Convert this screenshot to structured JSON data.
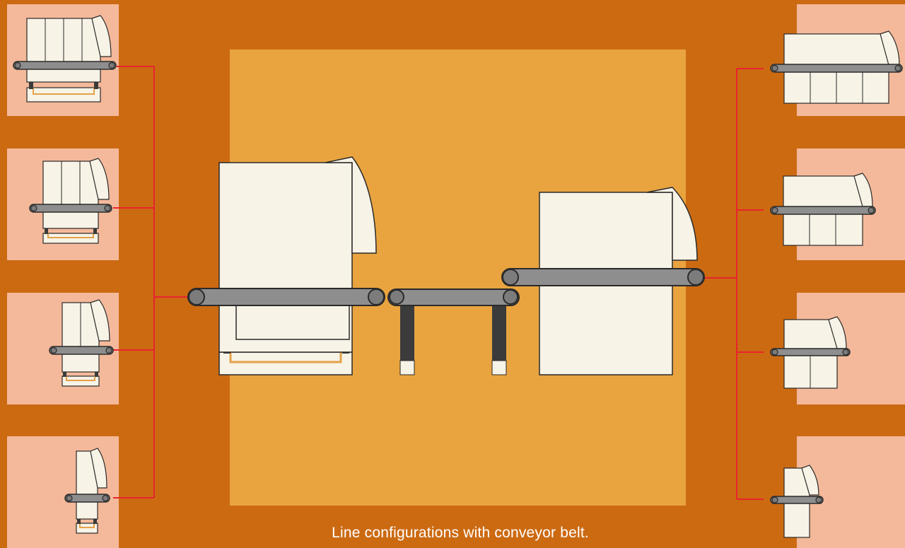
{
  "diagram": {
    "caption": "Line configurations with conveyor belt.",
    "colors": {
      "background": "#cc6a12",
      "center_panel": "#e9a440",
      "side_panel": "#f4b99a",
      "machine_body": "#f7f3e6",
      "outline": "#2a2a2a",
      "conveyor_belt": "#8e8e8e",
      "roller": "#7c7c7c",
      "connector_line": "#e8232e",
      "support_leg": "#3b3b3b",
      "base_frame_accent": "#e4a24a"
    },
    "left_configurations": 4,
    "right_configurations": 4,
    "center_units": [
      "sealing-machine-large",
      "transfer-conveyor",
      "packing-machine-large"
    ]
  }
}
